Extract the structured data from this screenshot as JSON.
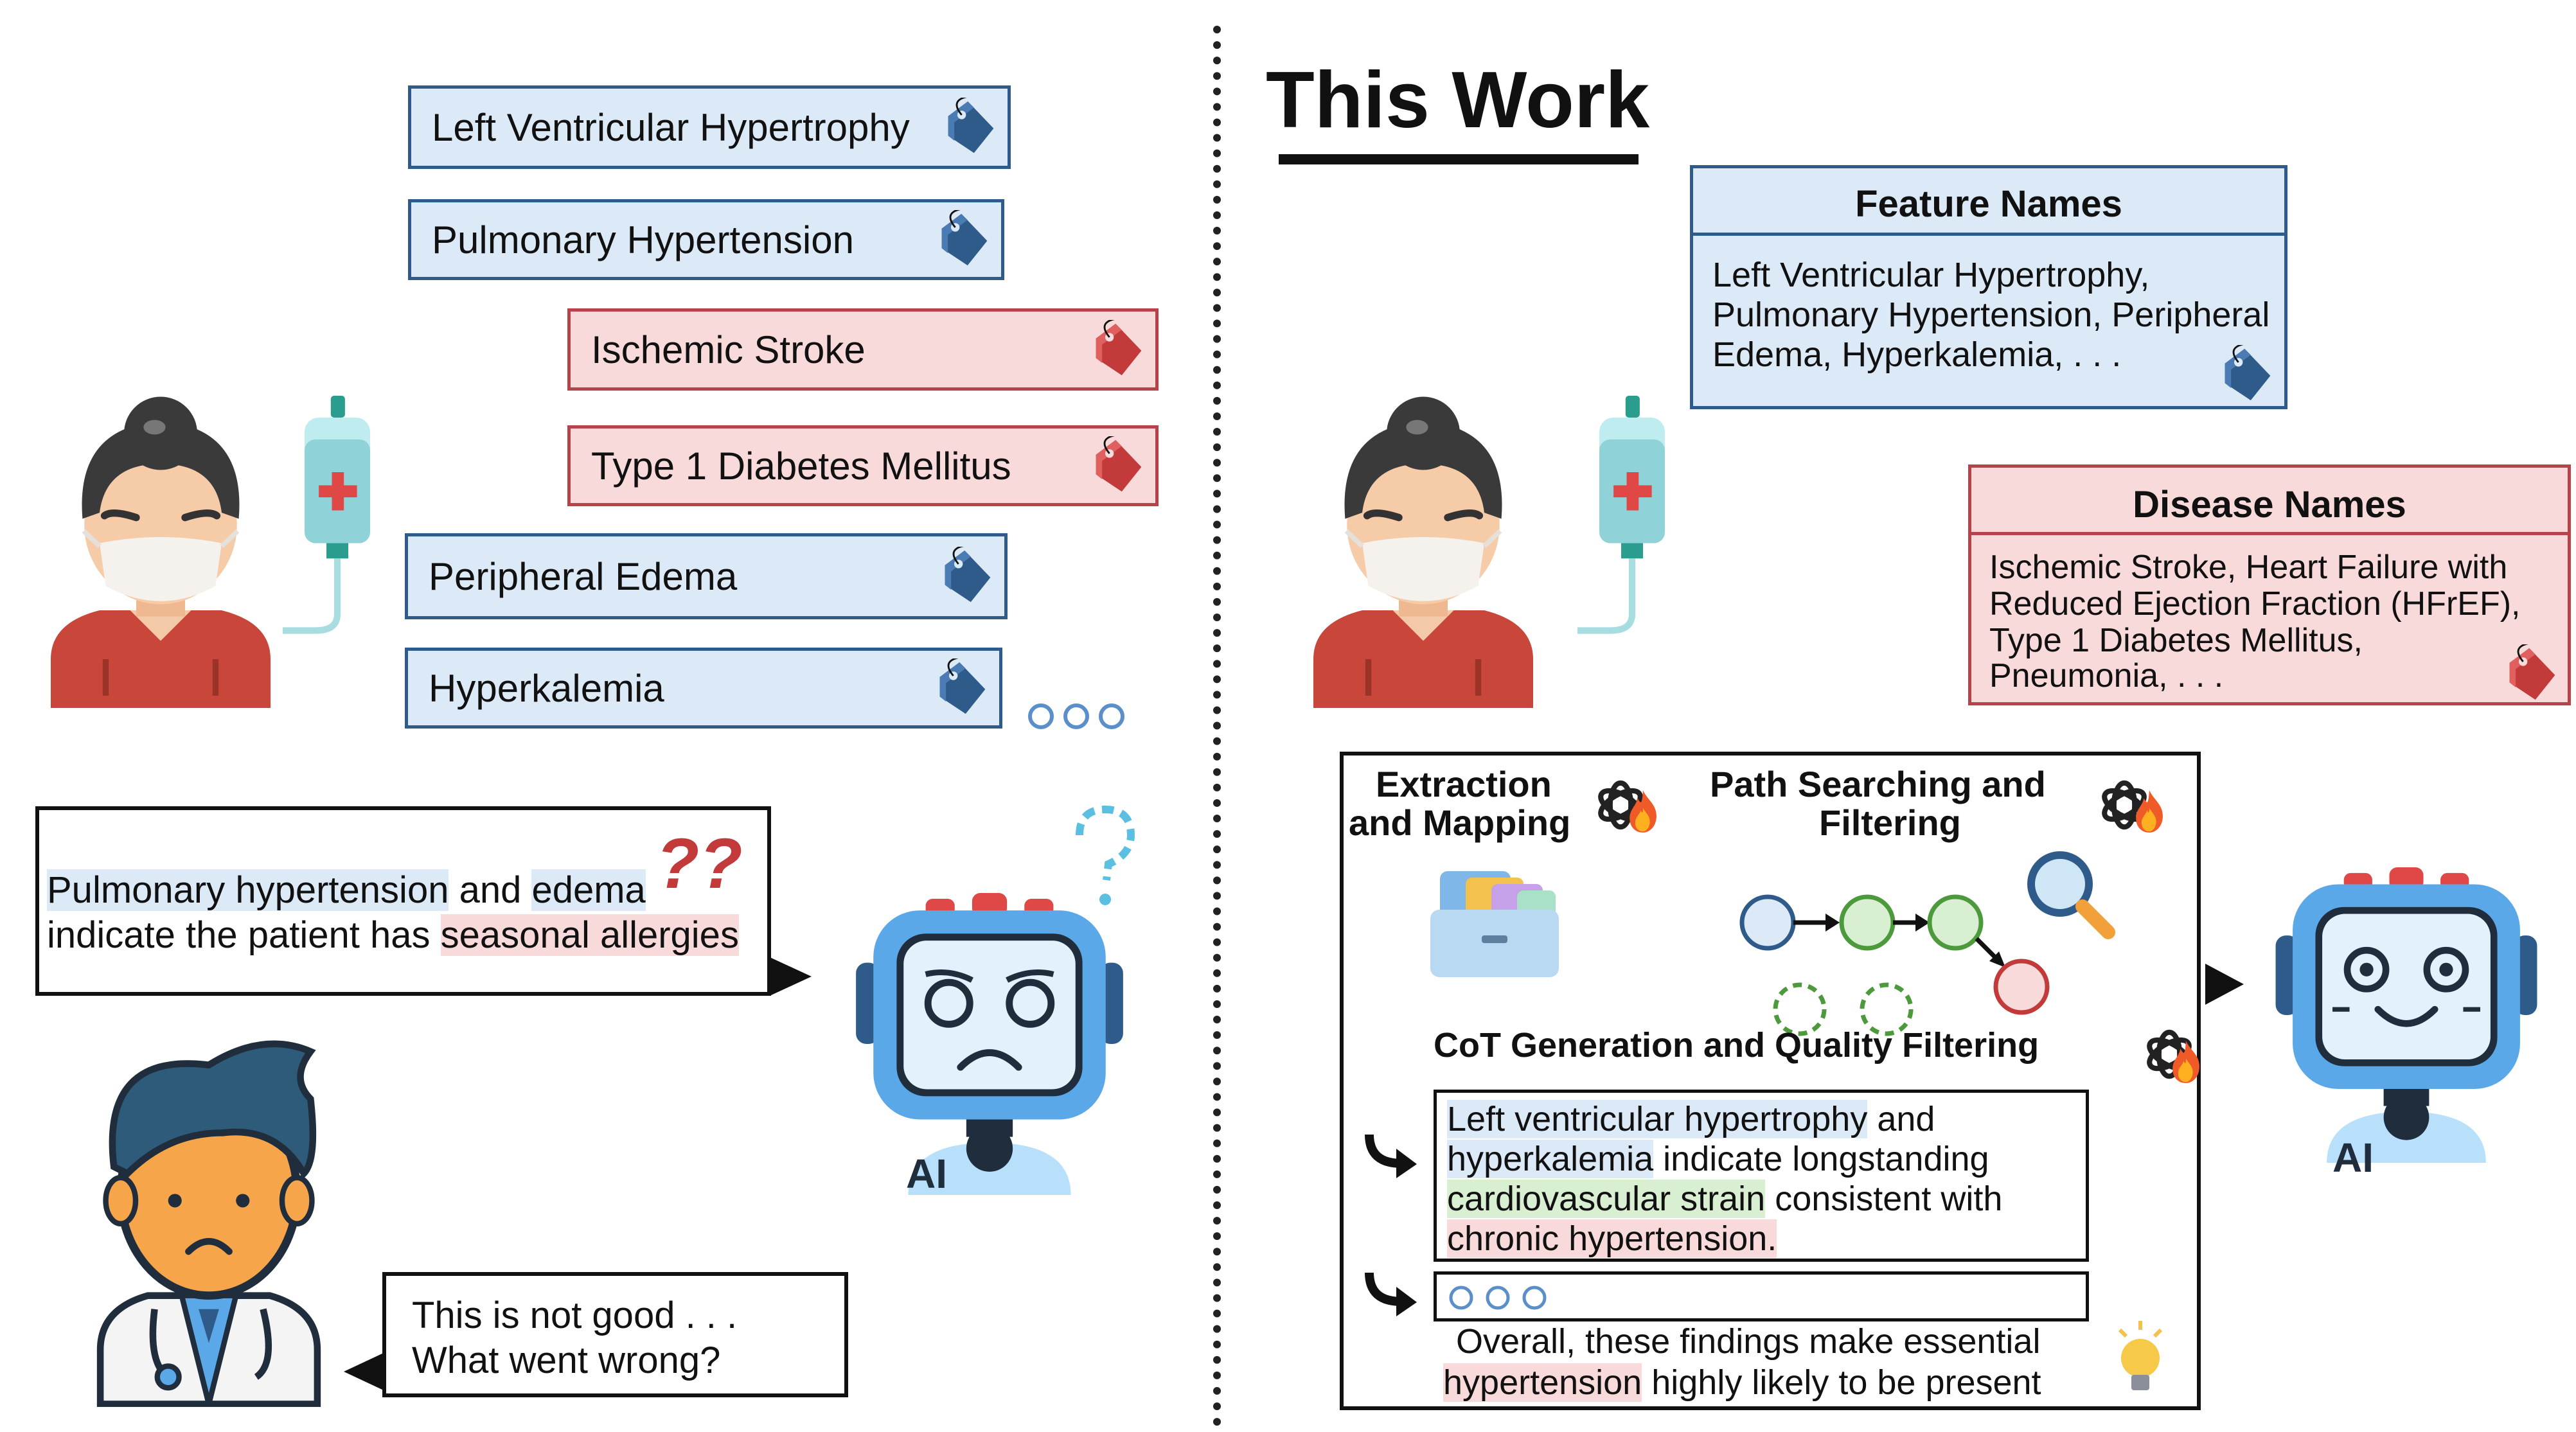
{
  "left": {
    "feature_tags": [
      {
        "label": "Left Ventricular Hypertrophy",
        "kind": "feature"
      },
      {
        "label": "Pulmonary Hypertension",
        "kind": "feature"
      },
      {
        "label": "Ischemic Stroke",
        "kind": "disease"
      },
      {
        "label": "Type 1 Diabetes Mellitus",
        "kind": "disease"
      },
      {
        "label": "Peripheral Edema",
        "kind": "feature"
      },
      {
        "label": "Hyperkalemia",
        "kind": "feature"
      }
    ],
    "ai_statement": {
      "p1": "Pulmonary hypertension",
      "p2": " and ",
      "p3": "edema",
      "p4": "indicate the patient has ",
      "p5": "seasonal allergies"
    },
    "question_marks": "??",
    "doctor_reply": {
      "line1": "This is not good . . .",
      "line2": "What went wrong?"
    },
    "ai_label": "AI"
  },
  "right": {
    "title": "This Work",
    "feature_names": {
      "header": "Feature Names",
      "line1": "Left Ventricular Hypertrophy,",
      "line2": "Pulmonary Hypertension, Peripheral",
      "line3": "Edema, Hyperkalemia, . . ."
    },
    "disease_names": {
      "header": "Disease Names",
      "line1": "Ischemic Stroke, Heart Failure with",
      "line2": "Reduced Ejection Fraction (HFrEF),",
      "line3": "Type 1 Diabetes Mellitus,",
      "line4": "Pneumonia, . . ."
    },
    "pipeline": {
      "extraction_l1": "Extraction",
      "extraction_l2": "and Mapping",
      "path_l1": "Path Searching and",
      "path_l2": "Filtering",
      "cot_title": "CoT Generation and Quality Filtering",
      "cot": {
        "s1": "Left ventricular hypertrophy",
        "s2": " and",
        "s3": "hyperkalemia",
        "s4": " indicate longstanding",
        "s5": "cardiovascular strain",
        "s6": " consistent with",
        "s7": "chronic hypertension."
      },
      "final": {
        "l1": "Overall, these findings make essential",
        "hl": "hypertension",
        "rest": " highly likely to be present"
      }
    },
    "ai_label": "AI"
  },
  "colors": {
    "feature_fill": "#dce9f7",
    "feature_border": "#2f5b8a",
    "disease_fill": "#f8dada",
    "disease_border": "#b8424a",
    "highlight_green": "#d9efd2"
  },
  "icons": [
    "tag-icon",
    "patient-icon",
    "iv-bag-icon",
    "robot-sad-icon",
    "robot-happy-icon",
    "doctor-icon",
    "openai-icon",
    "fire-icon",
    "folder-icon",
    "magnifier-icon",
    "lightbulb-icon",
    "curved-arrow-icon"
  ]
}
